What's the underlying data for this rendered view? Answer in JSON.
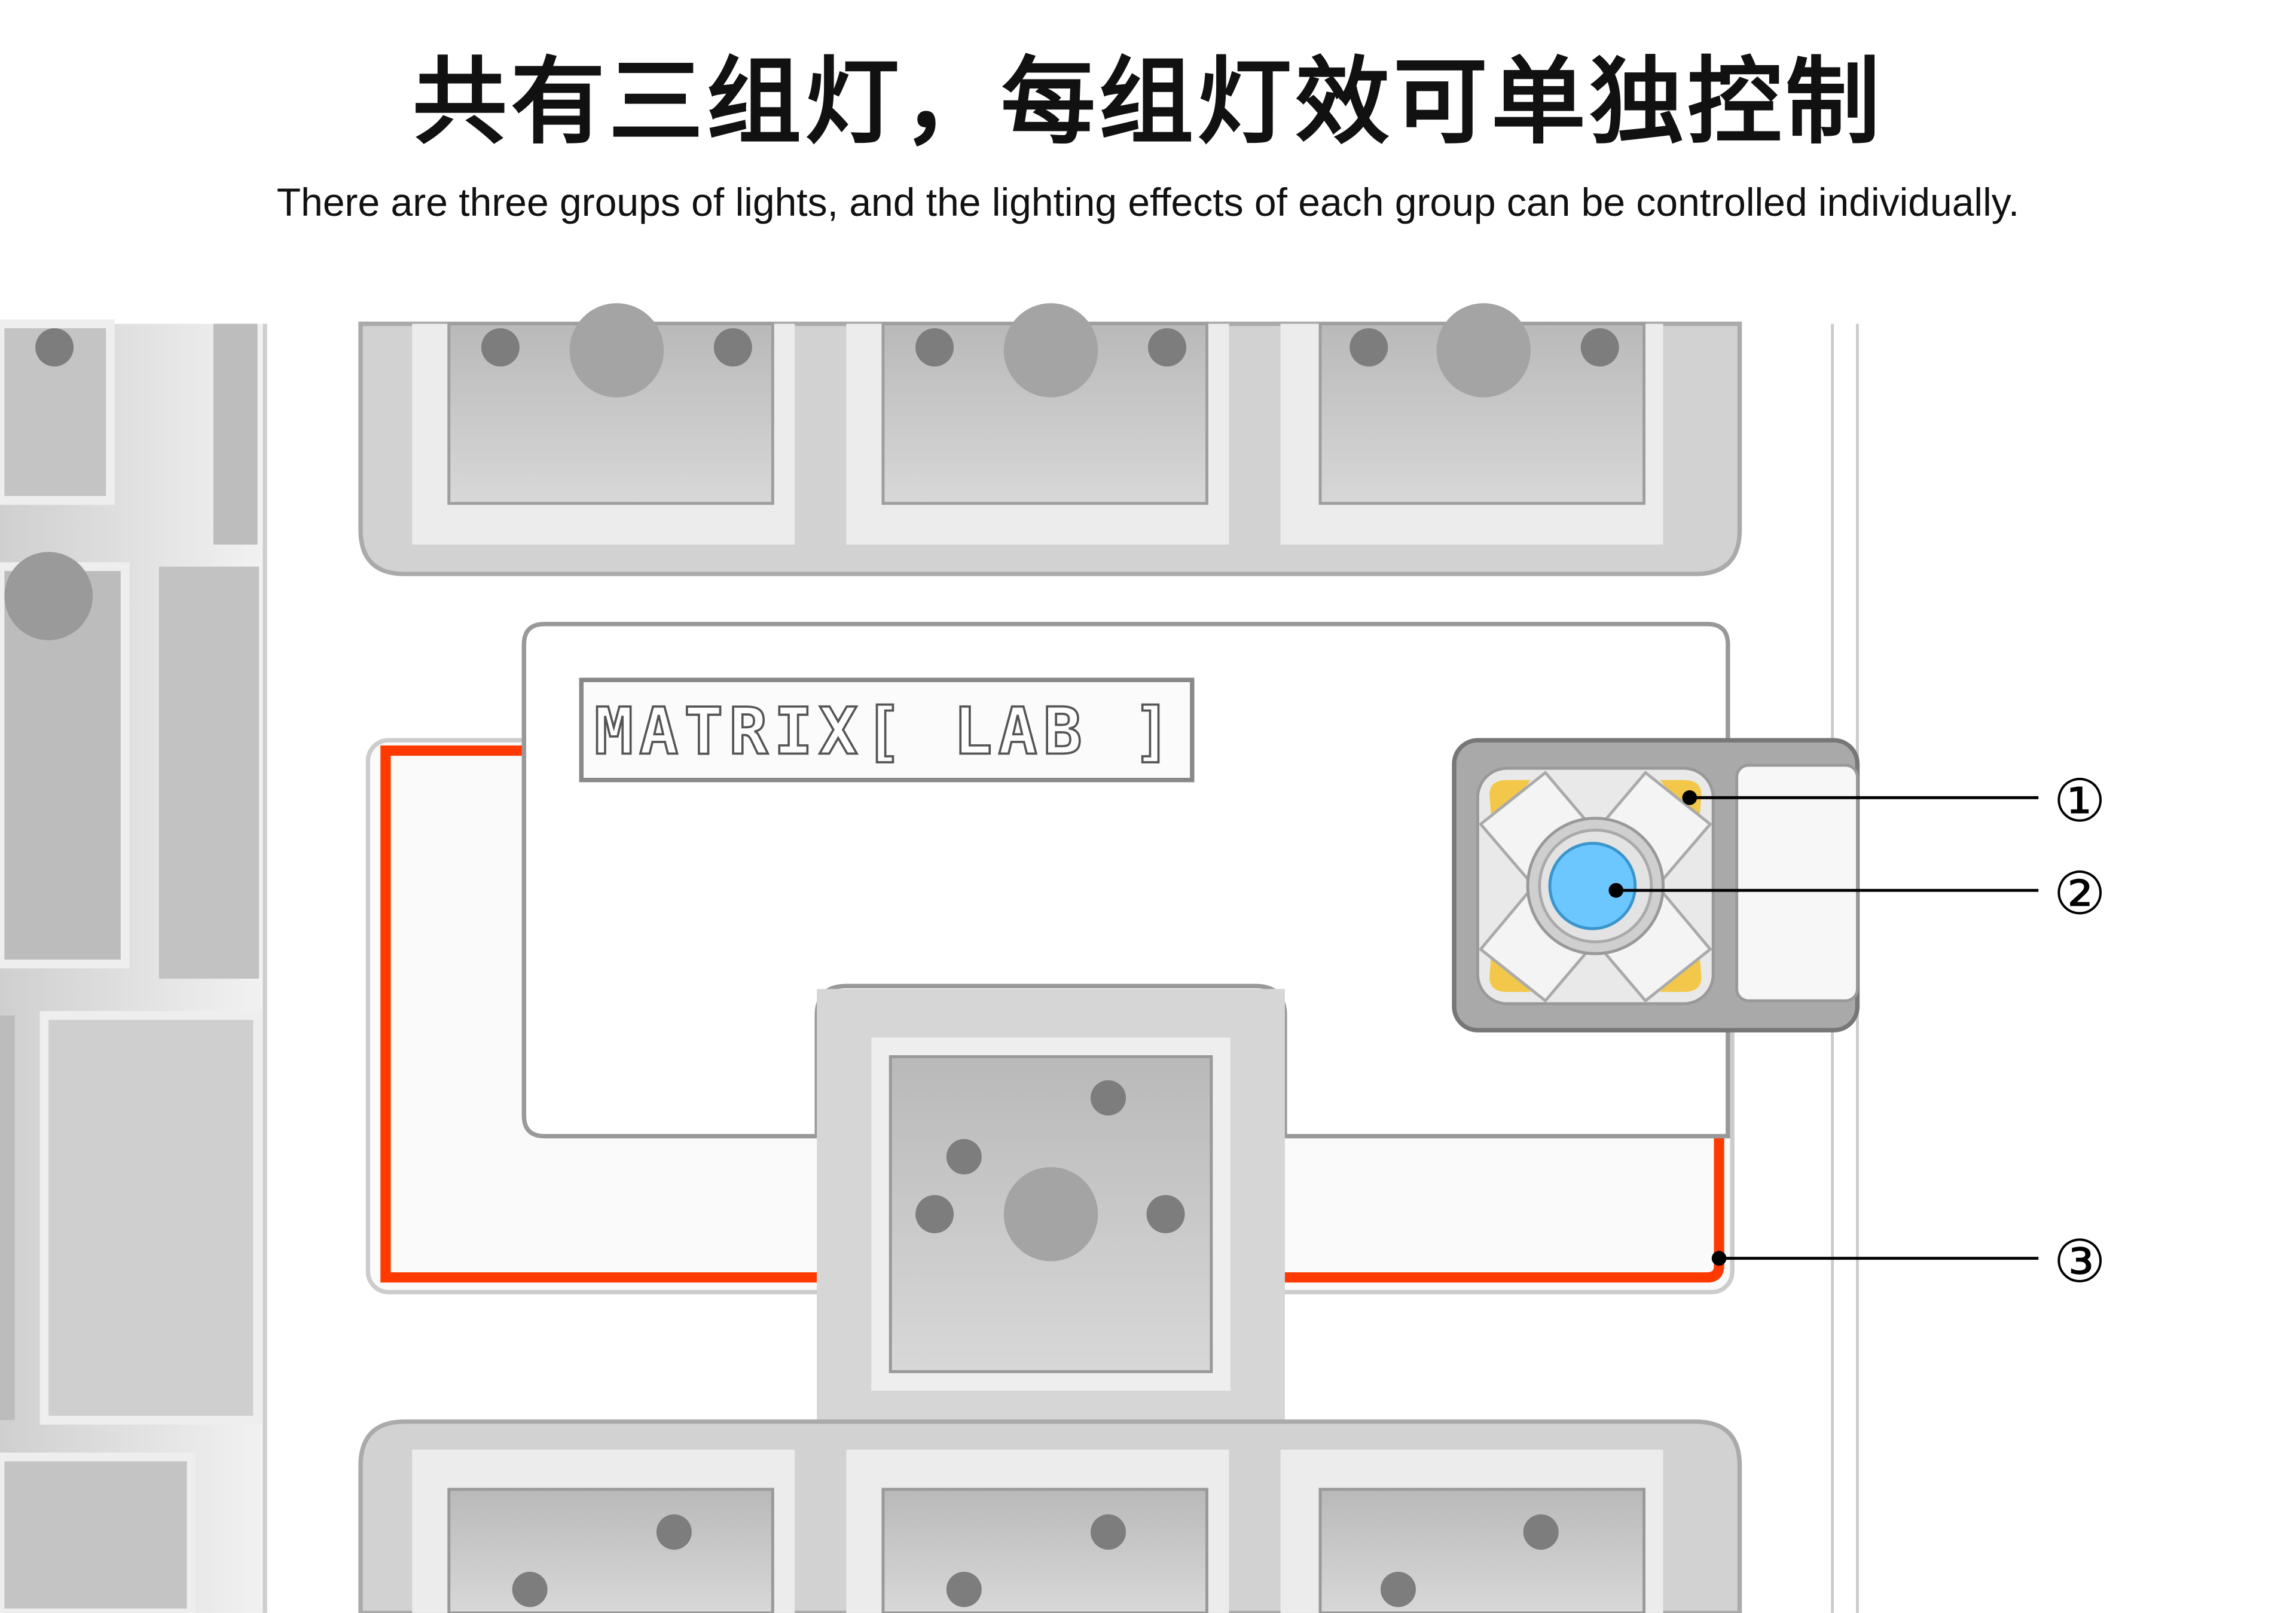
{
  "header": {
    "title": "共有三组灯，每组灯效可单独控制",
    "subtitle": "There are three groups of lights, and the lighting effects of each group can be controlled individually."
  },
  "product": {
    "logo_text": "MATRIX[ LAB ]"
  },
  "callouts": [
    {
      "label": "①",
      "target": "corner-leds"
    },
    {
      "label": "②",
      "target": "center-led"
    },
    {
      "label": "③",
      "target": "edge-light-strip"
    }
  ],
  "colors": {
    "strip": "#ff3a00",
    "center_led": "#6cc6ff",
    "corner_led": "#f3c84a",
    "key_well": "#c9c9c9",
    "frame": "#e6e6e6"
  }
}
